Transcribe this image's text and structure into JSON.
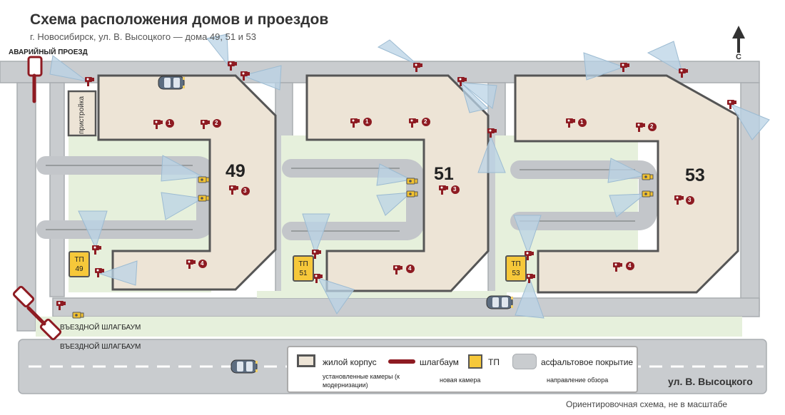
{
  "header": {
    "title": "Схема расположения домов и проездов",
    "subtitle": "г. Новосибирск, ул. В. Высоцкого — дома 49, 51 и 53"
  },
  "labels": {
    "emergency_passage": "АВАРИЙНЫЙ ПРОЕЗД",
    "exit_barrier_1": "ВЪЕЗДНОЙ ШЛАГБАУМ",
    "exit_barrier_2": "ВЪЕЗДНОЙ ШЛАГБАУМ",
    "street": "ул. В. Высоцкого",
    "north": "С",
    "checkpoint": "пристройка",
    "note": "Ориентировочная схема, не в масштабе"
  },
  "buildings": [
    {
      "number": "49",
      "cameras": [
        "1",
        "2",
        "3",
        "4"
      ]
    },
    {
      "number": "51",
      "cameras": [
        "1",
        "2",
        "3",
        "4"
      ]
    },
    {
      "number": "53",
      "cameras": [
        "1",
        "2",
        "3",
        "4"
      ]
    }
  ],
  "substations": [
    {
      "label": "ТП",
      "number": "49"
    },
    {
      "label": "ТП",
      "number": "51"
    },
    {
      "label": "ТП",
      "number": "53"
    }
  ],
  "legend": {
    "building": "жилой корпус",
    "barrier": "шлагбаум",
    "tp": "ТП",
    "asphalt": "асфальтовое покрытие",
    "existing_cameras": "установленные камеры (к модернизации)",
    "new_camera": "новая камера",
    "view_direction": "направление обзора"
  },
  "colors": {
    "road": "#c9cccf",
    "road_border": "#a9adb1",
    "lawn": "#e6f0dc",
    "building_fill": "#ede4d6",
    "building_stroke": "#555555",
    "camera_old": "#8e1b22",
    "camera_new": "#f2c230",
    "cone": "#b9d3e6",
    "tp": "#f6c83a"
  }
}
